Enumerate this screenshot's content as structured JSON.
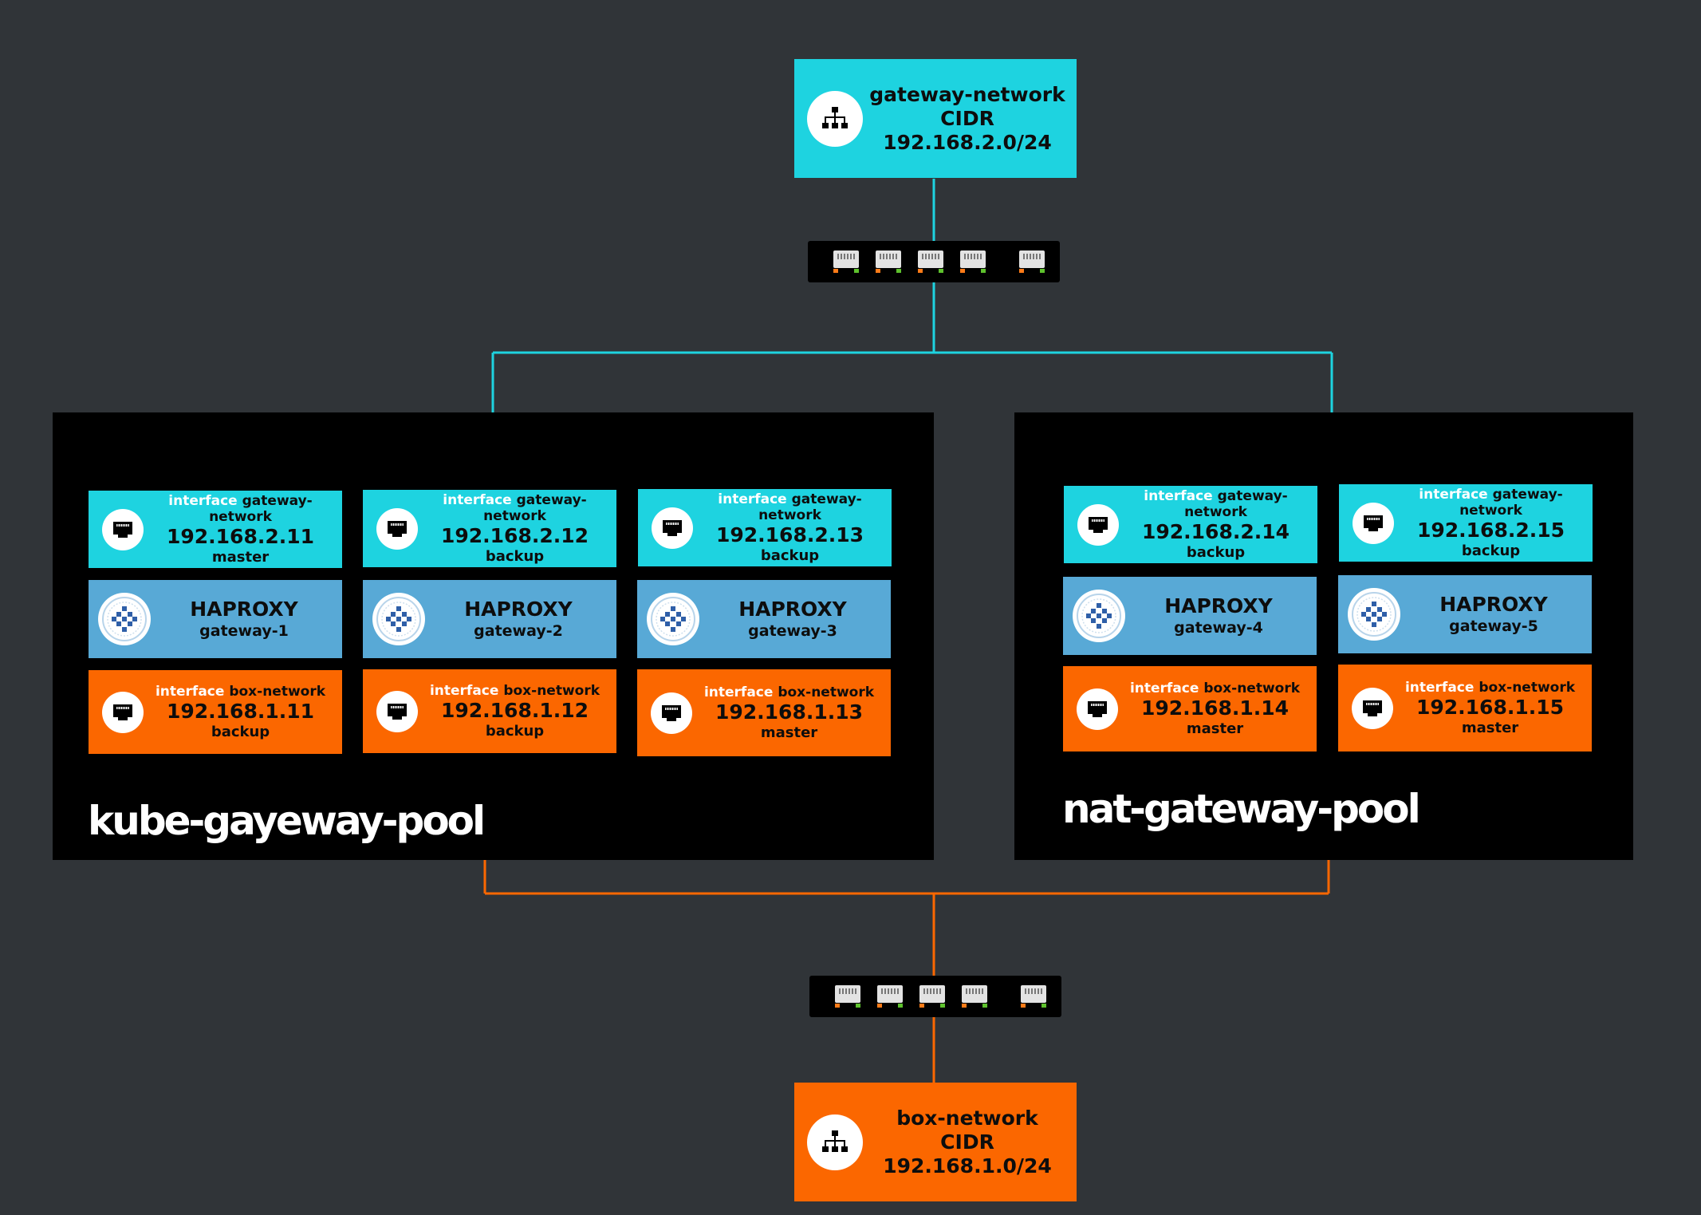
{
  "colors": {
    "background": "#303438",
    "gateway_network": "#1ed3e0",
    "box_network": "#fb6700",
    "haproxy": "#58a9d6",
    "pool": "#000000"
  },
  "gateway_network": {
    "icon": "network-hierarchy-icon",
    "name": "gateway-network",
    "label": "CIDR",
    "cidr": "192.168.2.0/24"
  },
  "box_network": {
    "icon": "network-hierarchy-icon",
    "name": "box-network",
    "label": "CIDR",
    "cidr": "192.168.1.0/24"
  },
  "switches": {
    "top": {
      "icon": "ethernet-switch-icon",
      "ports": 5
    },
    "bottom": {
      "icon": "ethernet-switch-icon",
      "ports": 5
    }
  },
  "pools": [
    {
      "name": "kube-gayeway-pool"
    },
    {
      "name": "nat-gateway-pool"
    }
  ],
  "gateways": [
    {
      "haproxy": {
        "name": "HAPROXY",
        "host": "gateway-1",
        "icon": "haproxy-logo-icon"
      },
      "gw_iface": {
        "prefix": "interface",
        "network": "gateway-network",
        "ip": "192.168.2.11",
        "role": "master",
        "icon": "ethernet-port-icon"
      },
      "box_iface": {
        "prefix": "interface",
        "network": "box-network",
        "ip": "192.168.1.11",
        "role": "backup",
        "icon": "ethernet-port-icon"
      }
    },
    {
      "haproxy": {
        "name": "HAPROXY",
        "host": "gateway-2",
        "icon": "haproxy-logo-icon"
      },
      "gw_iface": {
        "prefix": "interface",
        "network": "gateway-network",
        "ip": "192.168.2.12",
        "role": "backup",
        "icon": "ethernet-port-icon"
      },
      "box_iface": {
        "prefix": "interface",
        "network": "box-network",
        "ip": "192.168.1.12",
        "role": "backup",
        "icon": "ethernet-port-icon"
      }
    },
    {
      "haproxy": {
        "name": "HAPROXY",
        "host": "gateway-3",
        "icon": "haproxy-logo-icon"
      },
      "gw_iface": {
        "prefix": "interface",
        "network": "gateway-network",
        "ip": "192.168.2.13",
        "role": "backup",
        "icon": "ethernet-port-icon"
      },
      "box_iface": {
        "prefix": "interface",
        "network": "box-network",
        "ip": "192.168.1.13",
        "role": "master",
        "icon": "ethernet-port-icon"
      }
    },
    {
      "haproxy": {
        "name": "HAPROXY",
        "host": "gateway-4",
        "icon": "haproxy-logo-icon"
      },
      "gw_iface": {
        "prefix": "interface",
        "network": "gateway-network",
        "ip": "192.168.2.14",
        "role": "backup",
        "icon": "ethernet-port-icon"
      },
      "box_iface": {
        "prefix": "interface",
        "network": "box-network",
        "ip": "192.168.1.14",
        "role": "master",
        "icon": "ethernet-port-icon"
      }
    },
    {
      "haproxy": {
        "name": "HAPROXY",
        "host": "gateway-5",
        "icon": "haproxy-logo-icon"
      },
      "gw_iface": {
        "prefix": "interface",
        "network": "gateway-network",
        "ip": "192.168.2.15",
        "role": "backup",
        "icon": "ethernet-port-icon"
      },
      "box_iface": {
        "prefix": "interface",
        "network": "box-network",
        "ip": "192.168.1.15",
        "role": "master",
        "icon": "ethernet-port-icon"
      }
    }
  ]
}
